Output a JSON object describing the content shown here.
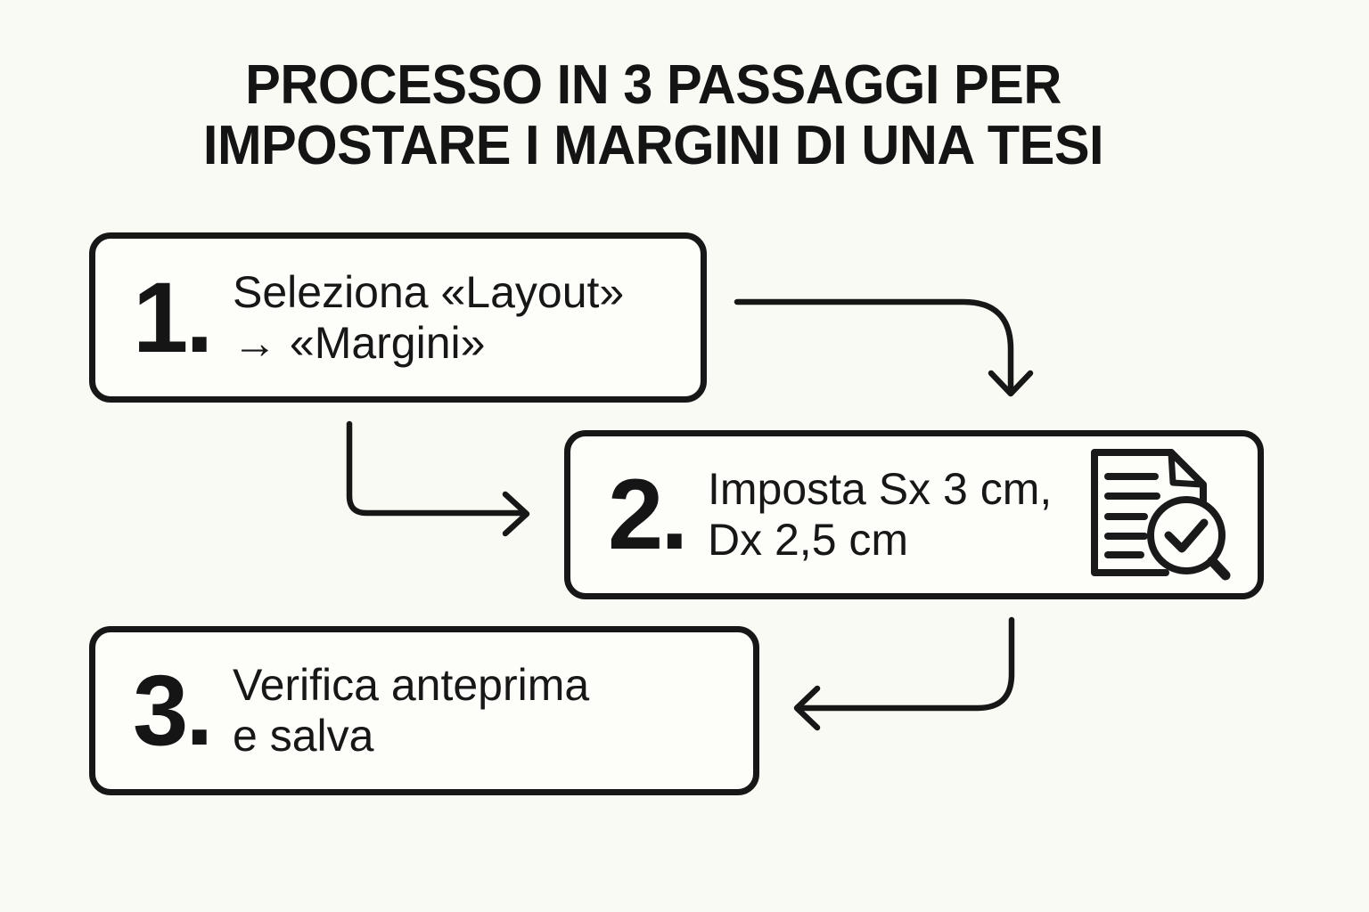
{
  "title": {
    "line1": "PROCESSO IN 3 PASSAGGI PER",
    "line2": "IMPOSTARE I MARGINI DI UNA TESI"
  },
  "steps": [
    {
      "number": "1.",
      "line1": "Seleziona «Layout»",
      "line2": "→ «Margini»"
    },
    {
      "number": "2.",
      "line1": "Imposta Sx 3 cm,",
      "line2": "Dx 2,5 cm",
      "icon": "document-search-check-icon"
    },
    {
      "number": "3.",
      "line1": "Verifica anteprima",
      "line2": "e salva"
    }
  ],
  "icons": {
    "step2_badge": "document-search-check-icon",
    "arrow_step1_to_step2": "elbow-arrow-down-icon",
    "arrow_step1_to_step2_side": "elbow-arrow-right-icon",
    "arrow_step2_to_step3": "elbow-arrow-left-icon"
  },
  "colors": {
    "background": "#fafaf5",
    "box_background": "#fdfdfa",
    "stroke": "#171717",
    "text": "#171717"
  }
}
